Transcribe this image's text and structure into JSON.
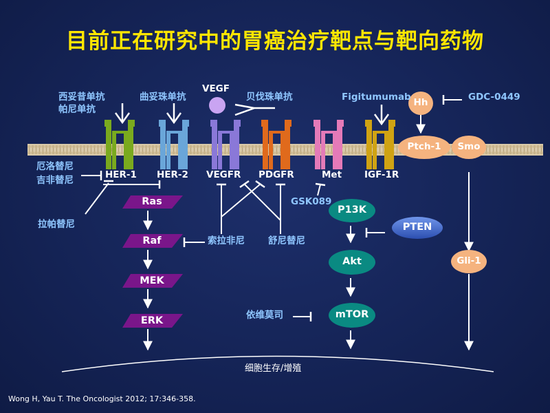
{
  "title": "目前正在研究中的胃癌治疗靶点与靶向药物",
  "ligands": {
    "vegf": "VEGF",
    "hh": "Hh"
  },
  "receptors": [
    "HER-1",
    "HER-2",
    "VEGFR",
    "PDGFR",
    "Met",
    "IGF-1R"
  ],
  "drugs": {
    "cetuximab": "西妥昔单抗",
    "panitumumab": "帕尼单抗",
    "trastuzumab": "曲妥珠单抗",
    "bevacizumab": "贝伐珠单抗",
    "figitumumab": "Figitumumab",
    "gdc0449": "GDC-0449",
    "erlotinib": "厄洛替尼",
    "gefitinib": "吉非替尼",
    "lapatinib": "拉帕替尼",
    "sorafenib": "索拉非尼",
    "sunitinib": "舒尼替尼",
    "gsk089": "GSK089",
    "everolimus": "依维莫司"
  },
  "mapk_pathway": [
    "Ras",
    "Raf",
    "MEK",
    "ERK"
  ],
  "pi3k_pathway": {
    "p13k": "P13K",
    "pten": "PTEN",
    "akt": "Akt",
    "mtor": "mTOR"
  },
  "hedgehog_pathway": {
    "ptch1": "Ptch-1",
    "smo": "Smo",
    "gli1": "Gli-1"
  },
  "outcome": "细胞生存/增殖",
  "citation": "Wong H, Yau T. The Oncologist 2012; 17:346-358.",
  "colors": {
    "background": "#152457",
    "title": "#ffe600",
    "drug_text": "#8fc6ff",
    "her1": "#7aaa1e",
    "her2": "#6aa6d9",
    "vegfr": "#8a78d8",
    "pdgfr": "#e06a1c",
    "met": "#e47ab8",
    "igf1r": "#d0a313",
    "ras_raf_mek_erk": "#7a168a",
    "pi3k_akt_mtor": "#0a8a82",
    "pten": "#3a63c8",
    "hedgehog": "#f5b37f",
    "vegf_ligand": "#c9a4f2"
  }
}
